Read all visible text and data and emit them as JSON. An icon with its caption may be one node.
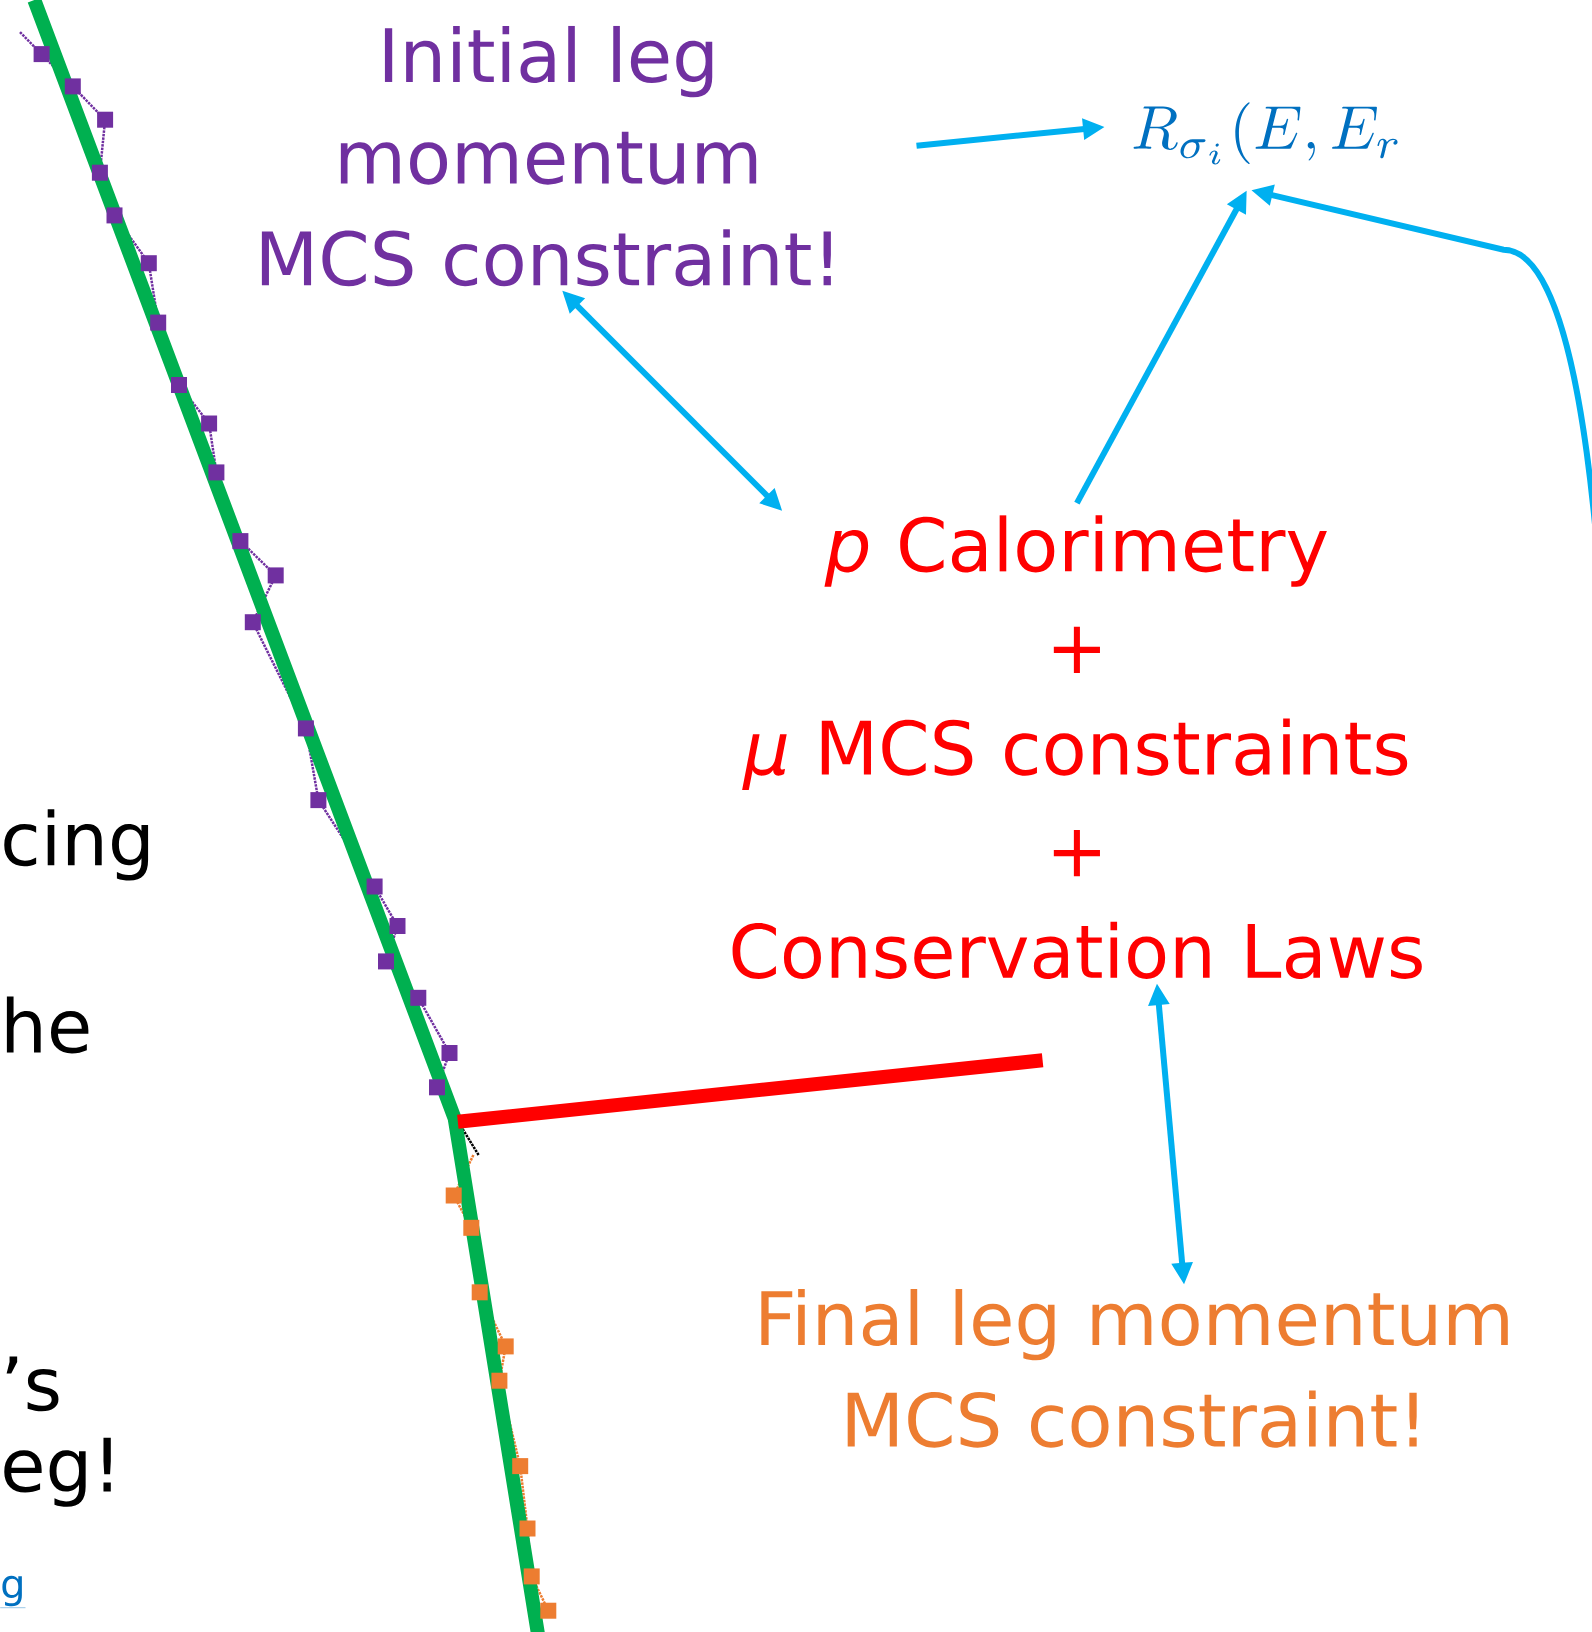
{
  "diagram": {
    "nodes": [
      {
        "text": [
          "Initial leg momentum MCS constraint!"
        ]
      },
      {
        "text": [
          "R_{\\sigma_i}(E,E_r"
        ]
      },
      {
        "text": [
          "*p* Calorimetry",
          "+",
          "*μ* MCS constraints",
          "+",
          "Conservation Laws"
        ]
      },
      {
        "text": [
          "Final leg momentum MCS constraint!"
        ]
      }
    ],
    "edges": [
      {
        "from": 0,
        "to": 1,
        "arrow": "to"
      },
      {
        "from": 2,
        "to": 1,
        "arrow": "to"
      },
      {
        "from": 3,
        "to": 1,
        "arrow": "to"
      },
      {
        "from": 0,
        "to": 2,
        "arrow": "both"
      },
      {
        "from": 2,
        "to": 3,
        "arrow": "both"
      }
    ],
    "labels": [
      "cing",
      "he",
      "’s",
      "eg!",
      "g"
    ]
  }
}
